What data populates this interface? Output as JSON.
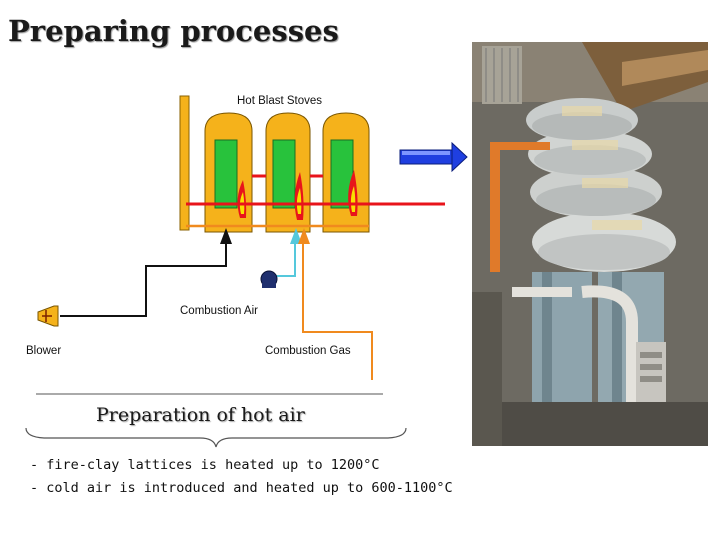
{
  "slide": {
    "title": "Preparing processes",
    "subtitle": "Preparation of hot air",
    "bullets": [
      "- fire-clay lattices is heated up to 1200°C",
      "- cold air is introduced and heated up to 600-1100°C"
    ]
  },
  "diagram": {
    "label_stoves": "Hot Blast Stoves",
    "label_combustion_air": "Combustion Air",
    "label_blower": "Blower",
    "label_combustion_gas": "Combustion Gas"
  },
  "colors": {
    "stove_shell": "#f5b21b",
    "checker": "#28c23c",
    "hot_pipe": "#e8141b",
    "cold_air_line": "#111111",
    "combustion_air_line": "#55c8dc",
    "gas_line": "#f08a1e",
    "arrow_blue": "#1f3fe0"
  }
}
